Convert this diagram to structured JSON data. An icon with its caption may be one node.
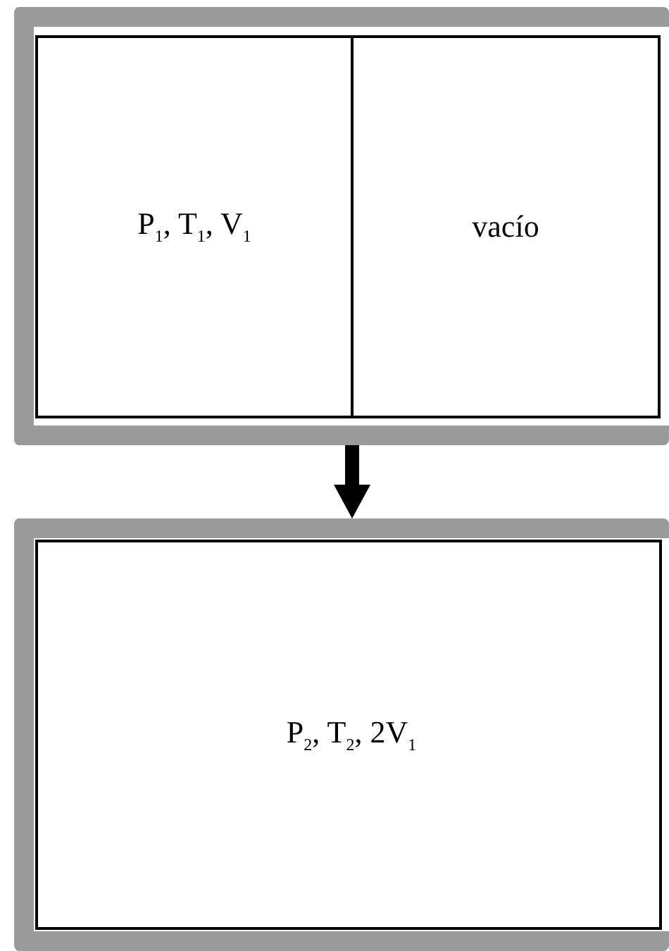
{
  "diagram": {
    "nodes": [
      {
        "text": [],
        "shape": "box"
      },
      {
        "text": [
          "P$_{1}$, T$_{1}$, V$_{1}$"
        ],
        "in": 0
      },
      {
        "text": [
          "vacío"
        ],
        "in": 0
      },
      {
        "text": [
          "P$_{2}$, T$_{2}$, 2V$_{1}$"
        ]
      }
    ],
    "edges": [
      {
        "from": 0,
        "to": 3,
        "arrow": "to"
      }
    ]
  }
}
